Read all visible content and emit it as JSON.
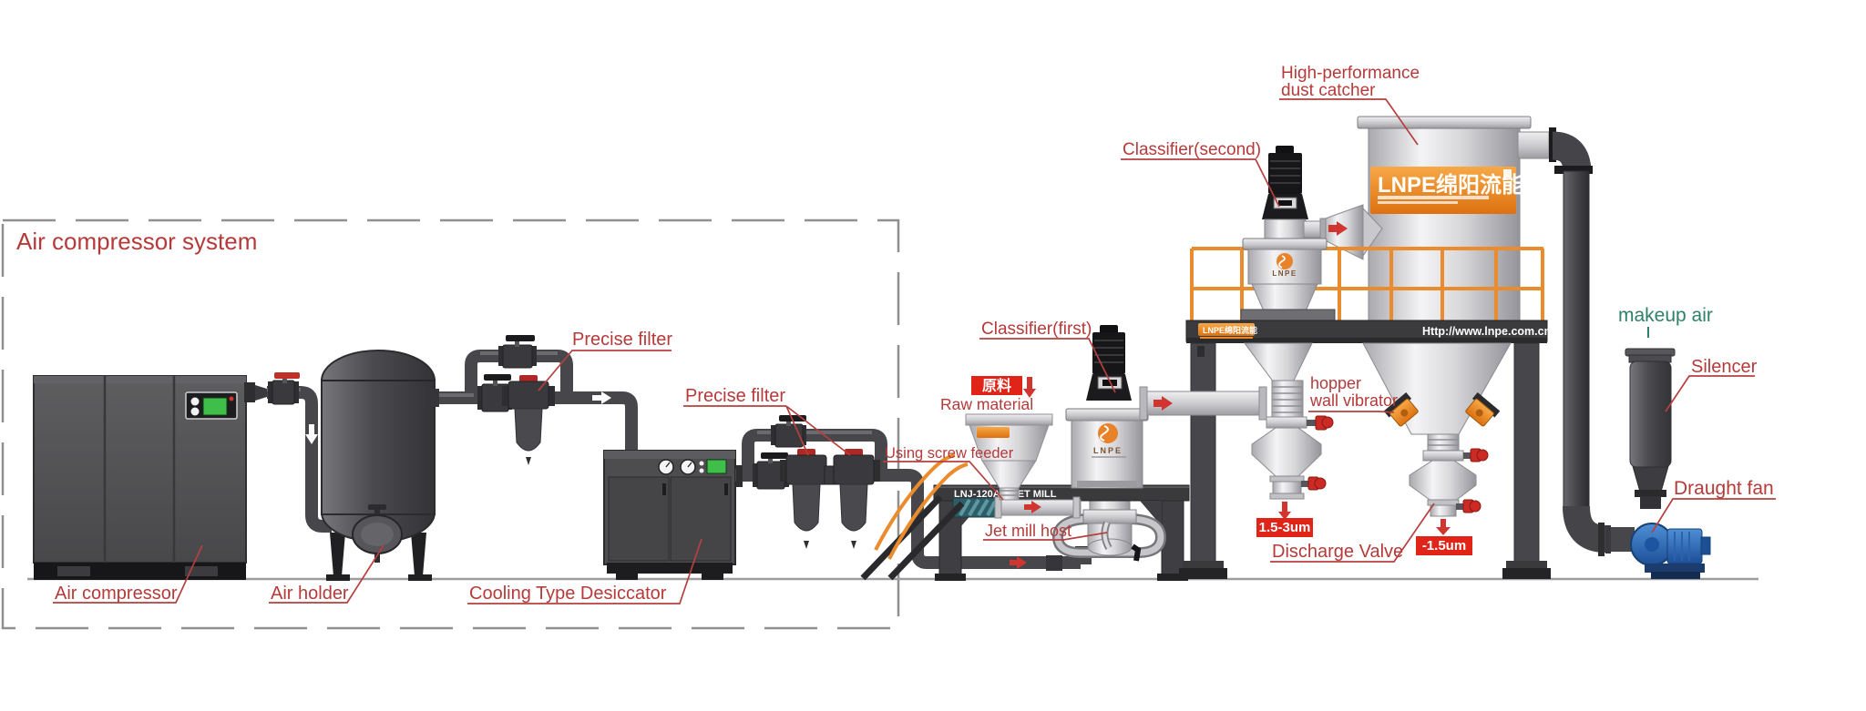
{
  "title": "Air compressor system",
  "labels": {
    "air_compressor": "Air compressor",
    "air_holder": "Air holder",
    "precise_filter_a": "Precise filter",
    "precise_filter_b": "Precise filter",
    "cooling_desiccator": "Cooling Type Desiccator",
    "using_screw_feeder": "Using screw feeder",
    "raw_material": "Raw material",
    "classifier_first": "Classifier(first)",
    "classifier_second": "Classifier(second)",
    "dust_catcher_line1": "High-performance",
    "dust_catcher_line2": "dust catcher",
    "hopper_line1": "hopper",
    "hopper_line2": "wall vibrator",
    "discharge_valve": "Discharge Valve",
    "jet_mill_host": "Jet mill host",
    "makeup_air": "makeup air",
    "silencer": "Silencer",
    "draught_fan": "Draught fan"
  },
  "badges": {
    "raw_material_cn": "原料",
    "size_coarse": "1.5-3um",
    "size_fine": "-1.5um"
  },
  "brand": {
    "banner": "LNPE绵阳流能",
    "platform_badge": "LNPE绵阳流能",
    "classifier1": "LNPE",
    "classifier2": "LNPE",
    "website": "Http://www.lnpe.com.cn",
    "model": "LNJ-120A-2 JET MILL"
  },
  "colors": {
    "label_red": "#b53a3a",
    "badge_red": "#e02418",
    "accent_orange": "#e8892a",
    "fan_blue": "#2d6fc2",
    "makeup_green": "#2e8068",
    "display_green": "#3fbf49"
  }
}
